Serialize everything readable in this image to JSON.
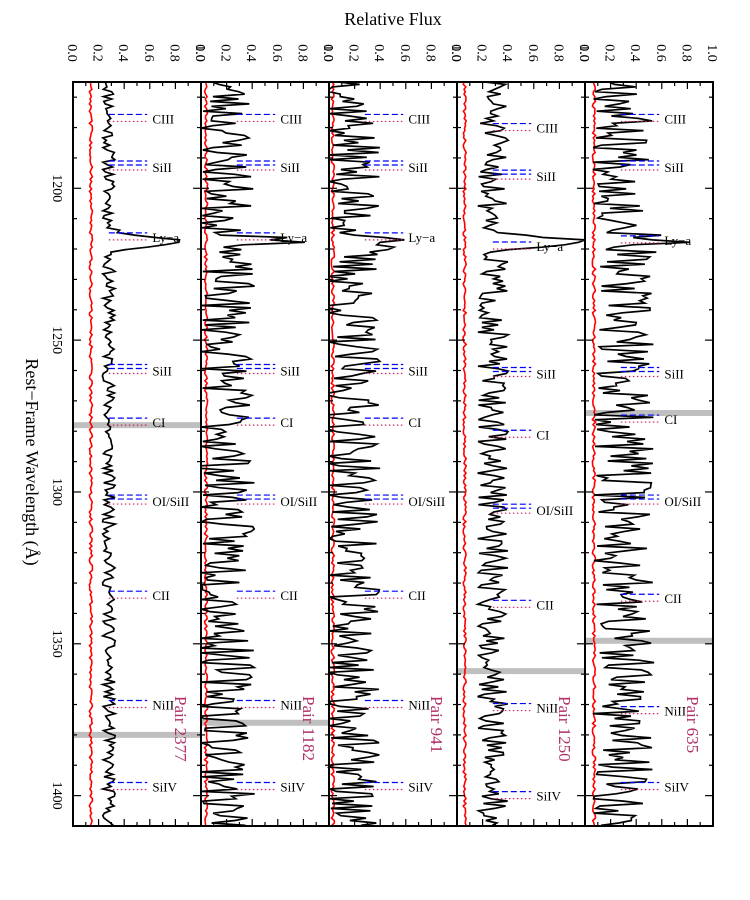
{
  "chart_data": {
    "type": "line",
    "orientation": "rotated-90",
    "flux_axis_label": "Relative Flux",
    "wavelength_axis_label": "Rest−Frame Wavelength (Å)",
    "wavelength_range": [
      1165,
      1410
    ],
    "flux_range": [
      0.0,
      1.0
    ],
    "flux_tick_labels": [
      "0.0",
      "0.2",
      "0.4",
      "0.6",
      "0.8",
      "1.0"
    ],
    "wavelength_tick_labels": [
      "1200",
      "1250",
      "1300",
      "1350",
      "1400"
    ],
    "colors": {
      "spectrum": "#000000",
      "error": "#ff0000",
      "zero_line": "#00aa00",
      "blue_marker": "#0000ff",
      "pink_marker": "#cc2266",
      "masked_band": "#bfbfbf",
      "title": "#b0306a"
    },
    "panels": [
      {
        "title": "Pair 2377",
        "continuum": 0.28,
        "amplitude": 0.05,
        "error_level": 0.14,
        "lya_peak": 0.86,
        "masked_wavelengths": [
          1278,
          1380
        ],
        "seed": 11,
        "line_labels": [
          {
            "text": "CIII",
            "wavelength": 1177
          },
          {
            "text": "SiII",
            "wavelength": 1193
          },
          {
            "text": "Ly−a",
            "wavelength": 1216
          },
          {
            "text": "SiII",
            "wavelength": 1260
          },
          {
            "text": "CI",
            "wavelength": 1277
          },
          {
            "text": "OI/SiII",
            "wavelength": 1303
          },
          {
            "text": "CII",
            "wavelength": 1334
          },
          {
            "text": "NiII",
            "wavelength": 1370
          },
          {
            "text": "SiIV",
            "wavelength": 1397
          }
        ]
      },
      {
        "title": "Pair 1182",
        "continuum": 0.2,
        "amplitude": 0.22,
        "error_level": 0.04,
        "lya_peak": 0.6,
        "masked_wavelengths": [
          1376
        ],
        "seed": 23,
        "line_labels": [
          {
            "text": "CIII",
            "wavelength": 1177
          },
          {
            "text": "SiII",
            "wavelength": 1193
          },
          {
            "text": "Ly−a",
            "wavelength": 1216
          },
          {
            "text": "SiII",
            "wavelength": 1260
          },
          {
            "text": "CI",
            "wavelength": 1277
          },
          {
            "text": "OI/SiII",
            "wavelength": 1303
          },
          {
            "text": "CII",
            "wavelength": 1334
          },
          {
            "text": "NiII",
            "wavelength": 1370
          },
          {
            "text": "SiIV",
            "wavelength": 1397
          }
        ]
      },
      {
        "title": "Pair 941",
        "continuum": 0.18,
        "amplitude": 0.22,
        "error_level": 0.03,
        "lya_peak": 0.55,
        "masked_wavelengths": [],
        "seed": 37,
        "line_labels": [
          {
            "text": "CIII",
            "wavelength": 1177
          },
          {
            "text": "SiII",
            "wavelength": 1193
          },
          {
            "text": "Ly−a",
            "wavelength": 1216
          },
          {
            "text": "SiII",
            "wavelength": 1260
          },
          {
            "text": "CI",
            "wavelength": 1277
          },
          {
            "text": "OI/SiII",
            "wavelength": 1303
          },
          {
            "text": "CII",
            "wavelength": 1334
          },
          {
            "text": "NiII",
            "wavelength": 1370
          },
          {
            "text": "SiIV",
            "wavelength": 1397
          }
        ]
      },
      {
        "title": "Pair 1250",
        "continuum": 0.28,
        "amplitude": 0.12,
        "error_level": 0.06,
        "lya_peak": 1.0,
        "masked_wavelengths": [
          1359
        ],
        "seed": 51,
        "line_labels": [
          {
            "text": "CIII",
            "wavelength": 1180
          },
          {
            "text": "SiII",
            "wavelength": 1196
          },
          {
            "text": "Ly−a",
            "wavelength": 1219
          },
          {
            "text": "SiII",
            "wavelength": 1261
          },
          {
            "text": "CI",
            "wavelength": 1281
          },
          {
            "text": "OI/SiII",
            "wavelength": 1306
          },
          {
            "text": "CII",
            "wavelength": 1337
          },
          {
            "text": "NiII",
            "wavelength": 1371
          },
          {
            "text": "SiIV",
            "wavelength": 1400
          }
        ]
      },
      {
        "title": "Pair 635",
        "continuum": 0.3,
        "amplitude": 0.24,
        "error_level": 0.07,
        "lya_peak": 0.6,
        "masked_wavelengths": [
          1274,
          1349
        ],
        "seed": 67,
        "line_labels": [
          {
            "text": "CIII",
            "wavelength": 1177
          },
          {
            "text": "SiII",
            "wavelength": 1193
          },
          {
            "text": "Ly−a",
            "wavelength": 1217
          },
          {
            "text": "SiII",
            "wavelength": 1261
          },
          {
            "text": "CI",
            "wavelength": 1276
          },
          {
            "text": "OI/SiII",
            "wavelength": 1303
          },
          {
            "text": "CII",
            "wavelength": 1335
          },
          {
            "text": "NiII",
            "wavelength": 1372
          },
          {
            "text": "SiIV",
            "wavelength": 1397
          }
        ]
      }
    ]
  }
}
